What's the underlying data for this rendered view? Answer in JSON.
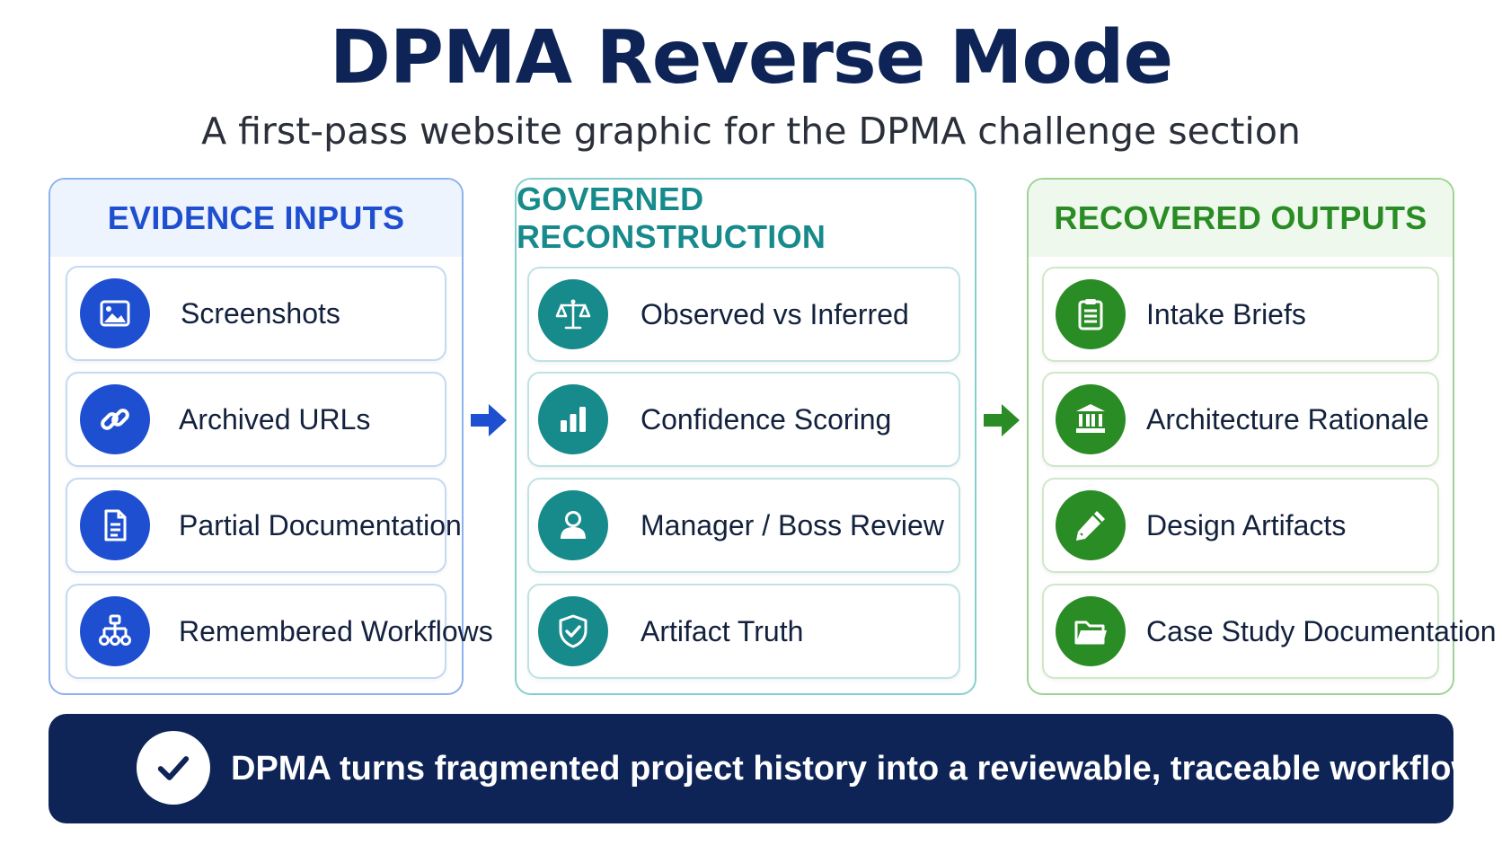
{
  "title": "DPMA Reverse Mode",
  "subtitle": "A first-pass website graphic for the DPMA challenge section",
  "colors": {
    "navy": "#0e2457",
    "subtitle_text": "#2a2f3a",
    "blue": "#1f4fd1",
    "blue_border": "#8db2ec",
    "blue_head_bg": "#eef4fd",
    "teal": "#178a8c",
    "teal_border": "#86cfd0",
    "green": "#2a8c24",
    "green_border": "#9fd393",
    "green_head_bg": "#eff8ec"
  },
  "columns": [
    {
      "id": "inputs",
      "heading": "EVIDENCE INPUTS",
      "items": [
        {
          "label": "Screenshots",
          "icon": "image-icon"
        },
        {
          "label": "Archived URLs",
          "icon": "link-icon"
        },
        {
          "label": "Partial Documentation",
          "icon": "document-icon"
        },
        {
          "label": "Remembered Workflows",
          "icon": "hierarchy-icon"
        }
      ]
    },
    {
      "id": "reconstruction",
      "heading": "GOVERNED RECONSTRUCTION",
      "items": [
        {
          "label": "Observed vs Inferred",
          "icon": "scale-icon"
        },
        {
          "label": "Confidence Scoring",
          "icon": "bar-chart-icon"
        },
        {
          "label": "Manager / Boss Review",
          "icon": "person-icon"
        },
        {
          "label": "Artifact Truth",
          "icon": "shield-check-icon"
        }
      ]
    },
    {
      "id": "outputs",
      "heading": "RECOVERED OUTPUTS",
      "items": [
        {
          "label": "Intake Briefs",
          "icon": "clipboard-icon"
        },
        {
          "label": "Architecture Rationale",
          "icon": "institution-icon"
        },
        {
          "label": "Design Artifacts",
          "icon": "pencil-icon"
        },
        {
          "label": "Case Study Documentation",
          "icon": "folder-icon"
        }
      ]
    }
  ],
  "banner": {
    "text": "DPMA turns fragmented project history into a reviewable, traceable workflow.",
    "icon": "checkmark-icon"
  }
}
